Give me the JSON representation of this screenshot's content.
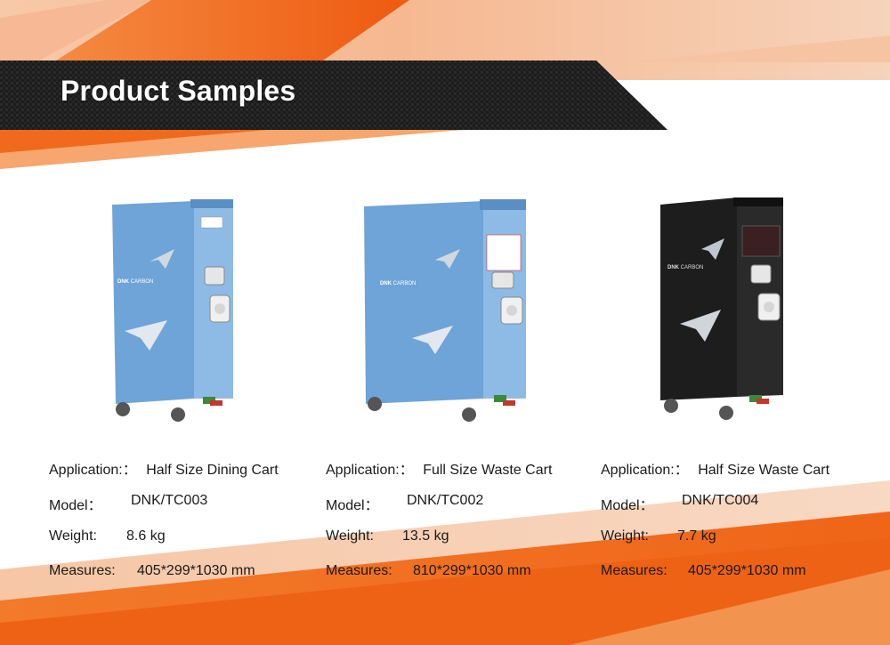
{
  "page_title": "Product Samples",
  "colors": {
    "orange": "#f26a1b",
    "peach": "#f8c9a8",
    "banner_dark": "#1b1b1b",
    "cart_blue": "#6ea3d6",
    "cart_black": "#1a1a1a"
  },
  "products": [
    {
      "brand_text": "DNK CARBON",
      "color_name": "blue",
      "application_label": "Application:：",
      "application_value": "Half Size Dining Cart",
      "model_label": "Model：",
      "model_value": "DNK/TC003",
      "weight_label": "Weight:",
      "weight_value": "8.6 kg",
      "measures_label": "Measures:",
      "measures_value": "405*299*1030 mm"
    },
    {
      "brand_text": "DNK CARBON",
      "color_name": "blue",
      "application_label": "Application:：",
      "application_value": "Full Size Waste Cart",
      "model_label": "Model：",
      "model_value": "DNK/TC002",
      "weight_label": "Weight:",
      "weight_value": "13.5 kg",
      "measures_label": "Measures:",
      "measures_value": "810*299*1030 mm"
    },
    {
      "brand_text": "DNK CARBON",
      "color_name": "black",
      "application_label": "Application:：",
      "application_value": "Half Size Waste Cart",
      "model_label": "Model：",
      "model_value": "DNK/TC004",
      "weight_label": "Weight:",
      "weight_value": "7.7 kg",
      "measures_label": "Measures:",
      "measures_value": "405*299*1030 mm"
    }
  ]
}
